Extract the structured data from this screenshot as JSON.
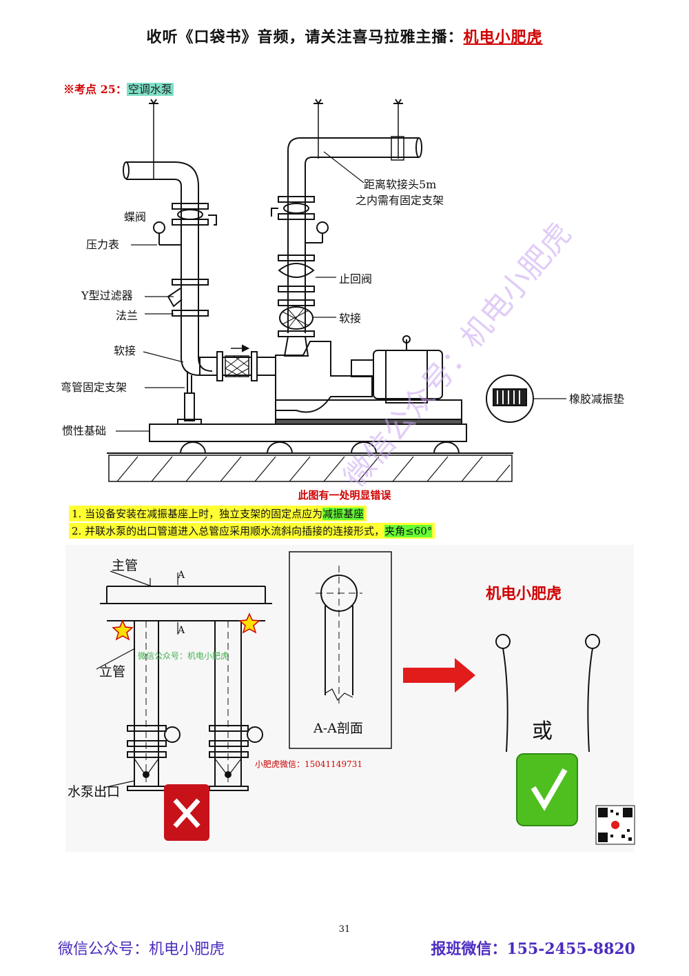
{
  "header": {
    "prefix": "收听《口袋书》音频，请关注喜马拉雅主播：",
    "brand": "机电小肥虎"
  },
  "exam_point": {
    "label": "※考点 25：",
    "topic": "空调水泵"
  },
  "diagram1": {
    "labels": {
      "butterfly_valve": "蝶阀",
      "pressure_gauge": "压力表",
      "y_filter": "Y型过滤器",
      "flange": "法兰",
      "flex_joint_left": "软接",
      "elbow_support": "弯管固定支架",
      "inertia_base": "惯性基础",
      "fixed_support_note_1": "距离软接头5m",
      "fixed_support_note_2": "之内需有固定支架",
      "check_valve": "止回阀",
      "flex_joint_right": "软接",
      "rubber_pad": "橡胶减振垫"
    }
  },
  "error_note": "此图有一处明显错误",
  "notes": [
    {
      "text": "1. 当设备安装在减振基座上时，独立支架的固定点应为",
      "highlight": "减振基座"
    },
    {
      "text": "2. 并联水泵的出口管道进入总管应采用顺水流斜向插接的连接形式，",
      "highlight": "夹角≤60°"
    }
  ],
  "diagram2": {
    "main_pipe": "主管",
    "riser": "立管",
    "pump_outlet": "水泵出口",
    "section_mark": "A",
    "section_label": "A-A剖面",
    "wechat_mark": "微信公众号：机电小肥虎",
    "contact_mark": "小肥虎微信：15041149731",
    "brand": "机电小肥虎",
    "or": "或"
  },
  "watermark": "微信公众号：机电小肥虎",
  "page_number": "31",
  "footer": {
    "left": "微信公众号：机电小肥虎",
    "right": "报班微信：155-2455-8820"
  },
  "colors": {
    "brand_red": "#d00000",
    "footer_purple": "#4b2bbf",
    "highlight_yellow": "#ffff33",
    "highlight_green": "#66ff33",
    "teal": "#7fe0c8"
  }
}
